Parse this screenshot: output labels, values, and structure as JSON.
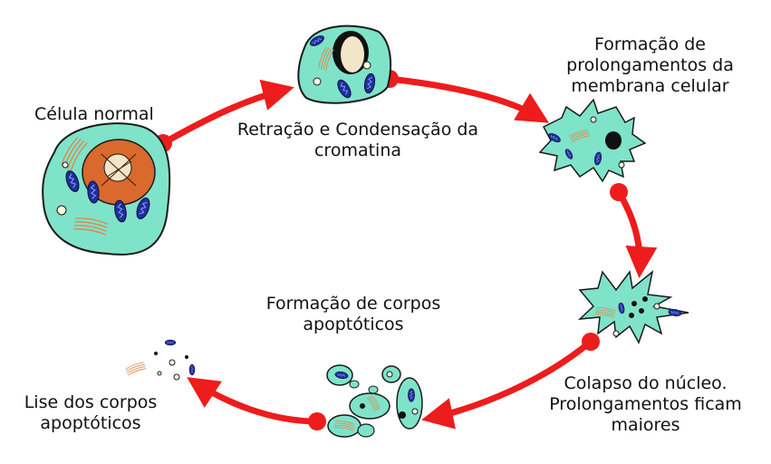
{
  "stages": {
    "normal": {
      "lines": [
        "Célula normal"
      ]
    },
    "retraction": {
      "lines": [
        "Retração e Condensação da",
        "cromatina"
      ]
    },
    "prolongations": {
      "lines": [
        "Formação de",
        "prolongamentos da",
        "membrana celular"
      ]
    },
    "collapse": {
      "lines": [
        "Colapso do núcleo.",
        "Prolongamentos ficam",
        "maiores"
      ]
    },
    "bodies": {
      "lines": [
        "Formação de corpos",
        "apoptóticos"
      ]
    },
    "lysis": {
      "lines": [
        "Lise dos corpos",
        "apoptóticos"
      ]
    }
  },
  "colors": {
    "arrow": "#ee1c1c",
    "cytoplasm": "#7fe3c9",
    "outline": "#1a1a1a",
    "nucleus": "#d9692d",
    "mitochondria": "#1f2f9a",
    "fibers": "#e0844a"
  }
}
